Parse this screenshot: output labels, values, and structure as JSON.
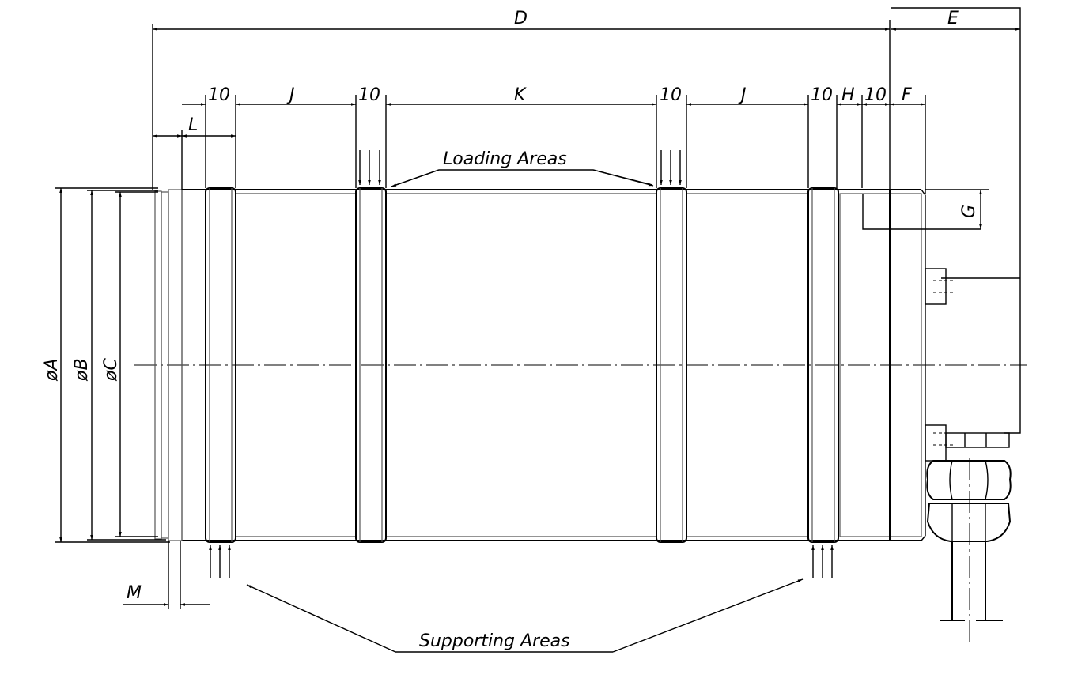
{
  "drawing": {
    "dimensions": {
      "D": "D",
      "E": "E",
      "F": "F",
      "G": "G",
      "H": "H",
      "J1": "J",
      "J2": "J",
      "K": "K",
      "L": "L",
      "M": "M",
      "band1": "10",
      "band2": "10",
      "band3": "10",
      "band4": "10",
      "band5": "10",
      "diaA": "øA",
      "diaB": "øB",
      "diaC": "øC"
    },
    "annotations": {
      "loading": "Loading Areas",
      "supporting": "Supporting Areas"
    }
  }
}
